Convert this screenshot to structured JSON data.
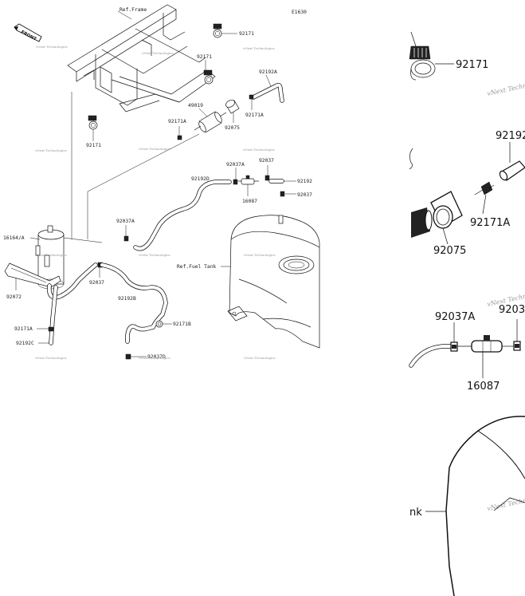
{
  "diagram_code": "E1630",
  "front_badge": "FRONT",
  "labels": {
    "ref_frame": "Ref.Frame",
    "ref_fuel_tank": "Ref.Fuel Tank",
    "p92171_a": "92171",
    "p92171_b": "92171",
    "p92171_c": "92171",
    "p92192a": "92192A",
    "p49019": "49019",
    "p92171a_top": "92171A",
    "p92171a_mid": "92171A",
    "p92075": "92075",
    "p92192d": "92192D",
    "p92037a_top": "92037A",
    "p92037_top": "92037",
    "p92192": "92192",
    "p16087": "16087",
    "p92037_right": "92037",
    "p92037a_left": "92037A",
    "p16164a": "16164/A",
    "p92037_mid": "92037",
    "p92072": "92072",
    "p92192b": "92192B",
    "p92171b": "92171B",
    "p92171a_low": "92171A",
    "p92192c": "92192C",
    "p92037d": "92037D"
  },
  "zoom_labels": {
    "z92171": "92171",
    "z92192": "92192",
    "z92171a": "92171A",
    "z92075": "92075",
    "z92037a": "92037A",
    "z9203": "9203",
    "z16087": "16087",
    "z_nk": "nk"
  },
  "watermark": "vNext Technologies"
}
